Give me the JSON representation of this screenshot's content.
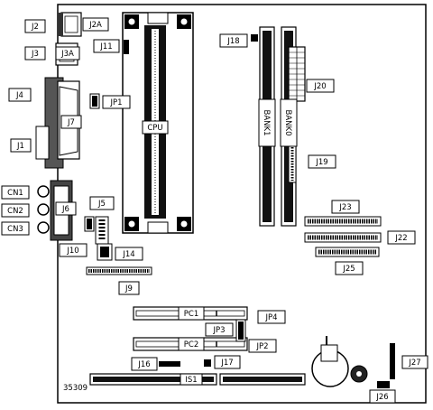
{
  "board": {
    "part_number": "35309",
    "labels": {
      "j2a": "J2A",
      "j2": "J2",
      "j3a": "J3A",
      "j3": "J3",
      "j4": "J4",
      "j7": "J7",
      "j1": "J1",
      "cn1": "CN1",
      "cn2": "CN2",
      "cn3": "CN3",
      "j6": "J6",
      "j5": "J5",
      "j10": "J10",
      "j14": "J14",
      "j9": "J9",
      "j11": "J11",
      "jp1": "JP1",
      "cpu": "CPU",
      "j18": "J18",
      "bank0": "BANK0",
      "bank1": "BANK1",
      "j20": "J20",
      "j19": "J19",
      "j23": "J23",
      "j22": "J22",
      "j25": "J25",
      "pc1": "PC1",
      "pc2": "PC2",
      "jp4": "JP4",
      "jp3": "JP3",
      "jp2": "JP2",
      "j16": "J16",
      "j17": "J17",
      "is1": "IS1",
      "j27": "J27",
      "j26": "J26"
    }
  }
}
